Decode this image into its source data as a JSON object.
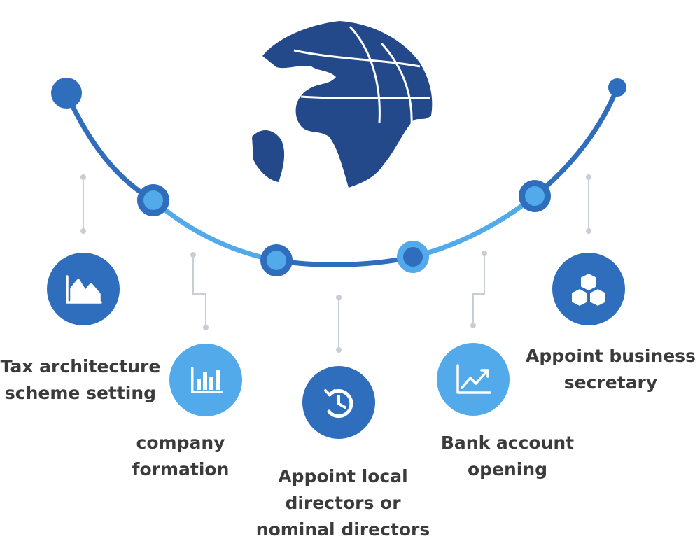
{
  "colors": {
    "dark_blue": "#2f6dbd",
    "light_blue": "#52aaea",
    "globe": "#24498a",
    "connector": "#c9ced6",
    "text": "#3b3b3b"
  },
  "steps": [
    {
      "icon": "area-chart-icon",
      "lines": [
        "Tax architecture",
        "scheme setting"
      ]
    },
    {
      "icon": "bar-chart-icon",
      "lines": [
        "company",
        "formation"
      ]
    },
    {
      "icon": "history-clock-icon",
      "lines": [
        "Appoint local",
        "directors or",
        "nominal directors"
      ]
    },
    {
      "icon": "line-chart-up-icon",
      "lines": [
        "Bank account",
        "opening"
      ]
    },
    {
      "icon": "cubes-icon",
      "lines": [
        "Appoint business",
        "secretary"
      ]
    }
  ]
}
